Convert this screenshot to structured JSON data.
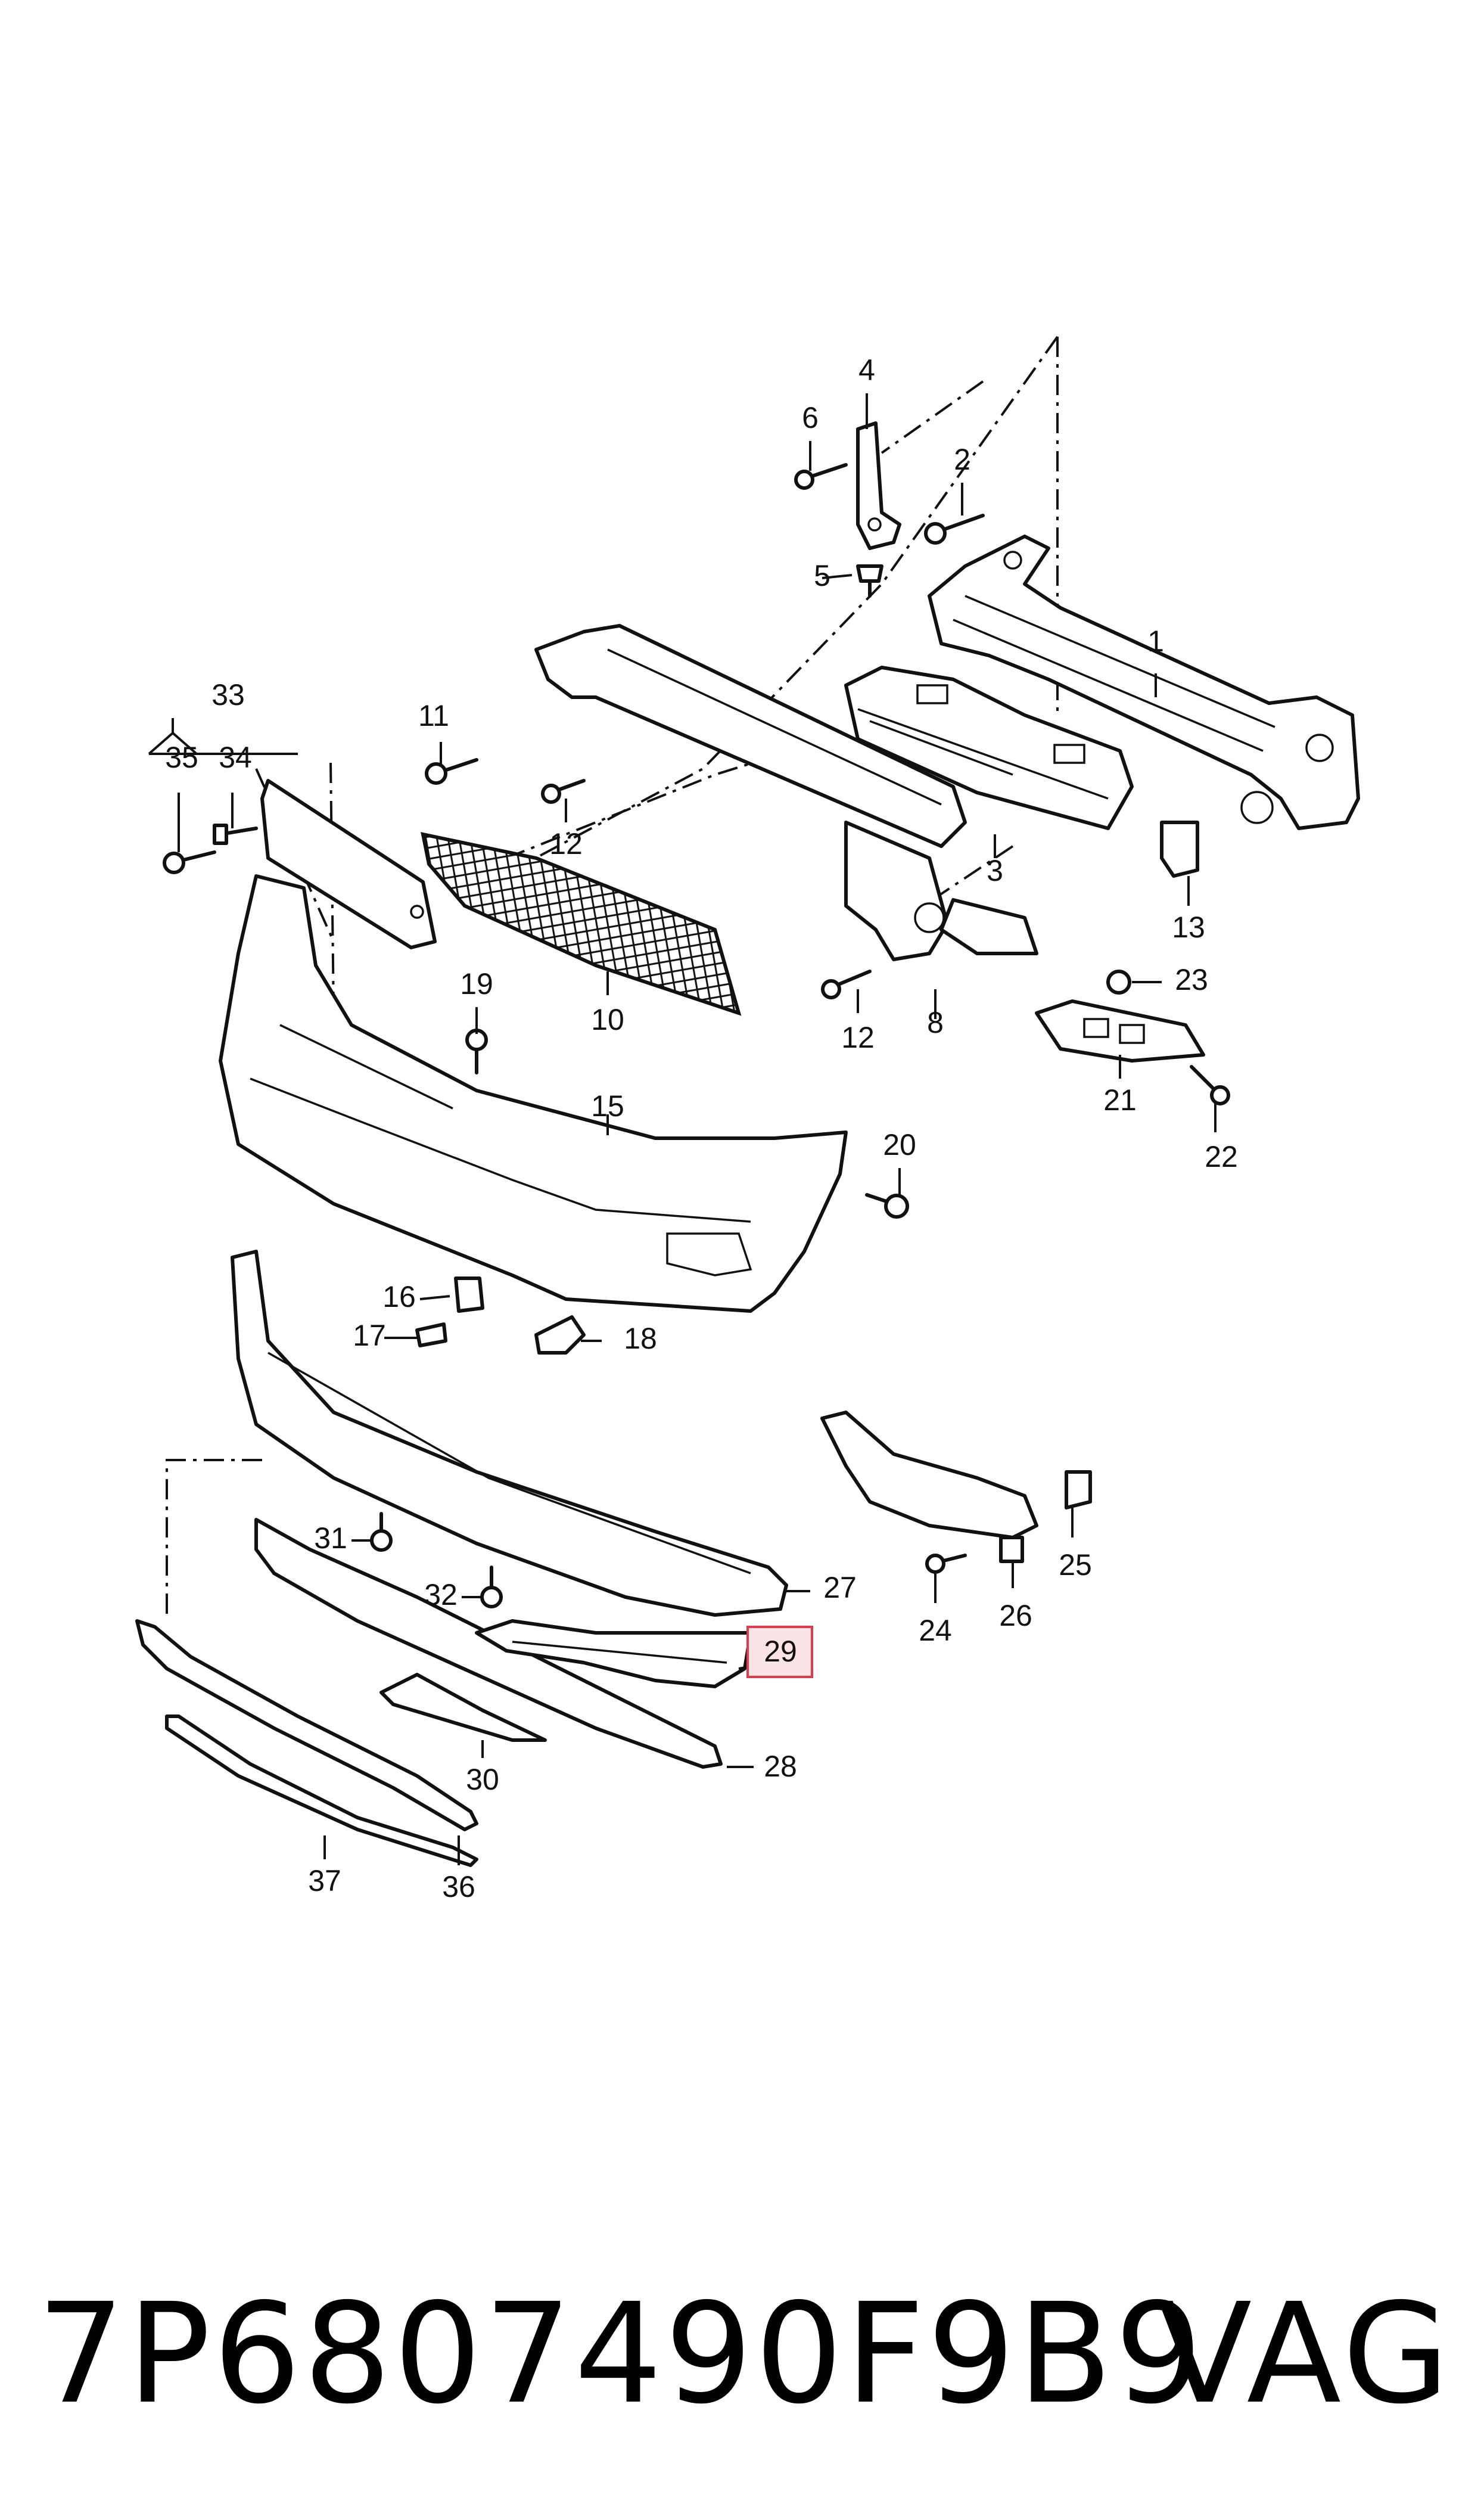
{
  "diagram": {
    "callouts": [
      {
        "id": "1",
        "text": "1"
      },
      {
        "id": "2",
        "text": "2"
      },
      {
        "id": "3",
        "text": "3"
      },
      {
        "id": "4",
        "text": "4"
      },
      {
        "id": "5",
        "text": "5"
      },
      {
        "id": "6",
        "text": "6"
      },
      {
        "id": "8",
        "text": "8"
      },
      {
        "id": "10",
        "text": "10"
      },
      {
        "id": "11",
        "text": "11"
      },
      {
        "id": "12a",
        "text": "12"
      },
      {
        "id": "12b",
        "text": "12"
      },
      {
        "id": "13",
        "text": "13"
      },
      {
        "id": "15",
        "text": "15"
      },
      {
        "id": "16",
        "text": "16"
      },
      {
        "id": "17",
        "text": "17"
      },
      {
        "id": "18",
        "text": "18"
      },
      {
        "id": "19",
        "text": "19"
      },
      {
        "id": "20",
        "text": "20"
      },
      {
        "id": "21",
        "text": "21"
      },
      {
        "id": "22",
        "text": "22"
      },
      {
        "id": "23",
        "text": "23"
      },
      {
        "id": "24",
        "text": "24"
      },
      {
        "id": "25",
        "text": "25"
      },
      {
        "id": "26",
        "text": "26"
      },
      {
        "id": "27",
        "text": "27"
      },
      {
        "id": "28",
        "text": "28"
      },
      {
        "id": "29",
        "text": "29"
      },
      {
        "id": "30",
        "text": "30"
      },
      {
        "id": "31",
        "text": "31"
      },
      {
        "id": "32",
        "text": "32"
      },
      {
        "id": "33",
        "text": "33"
      },
      {
        "id": "34",
        "text": "34"
      },
      {
        "id": "35",
        "text": "35"
      },
      {
        "id": "36",
        "text": "36"
      },
      {
        "id": "37",
        "text": "37"
      }
    ],
    "highlighted_callout": "29",
    "highlight_color": "#e03a4b"
  },
  "footer": {
    "part_number": "7P6807490F9B9",
    "brand": "VAG"
  }
}
